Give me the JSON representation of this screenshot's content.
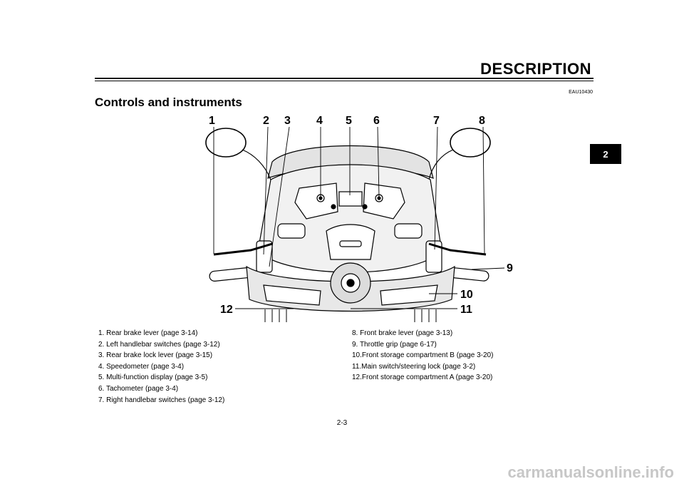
{
  "header": {
    "section": "DESCRIPTION",
    "code": "EAU10430"
  },
  "page": {
    "heading": "Controls and instruments",
    "number": "2-3",
    "chapter_tab": "2"
  },
  "callouts": [
    "1",
    "2",
    "3",
    "4",
    "5",
    "6",
    "7",
    "8",
    "9",
    "10",
    "11",
    "12"
  ],
  "legend_left": [
    "1.  Rear brake lever (page 3-14)",
    "2.  Left handlebar switches (page 3-12)",
    "3.  Rear brake lock lever (page 3-15)",
    "4.  Speedometer (page 3-4)",
    "5.  Multi-function display (page 3-5)",
    "6.  Tachometer (page 3-4)",
    "7.  Right handlebar switches (page 3-12)"
  ],
  "legend_right": [
    "8.  Front brake lever (page 3-13)",
    "9.  Throttle grip (page 6-17)",
    "10.Front storage compartment B (page 3-20)",
    "11.Main switch/steering lock (page 3-2)",
    "12.Front storage compartment A (page 3-20)"
  ],
  "watermark": "carmanualsonline.info"
}
